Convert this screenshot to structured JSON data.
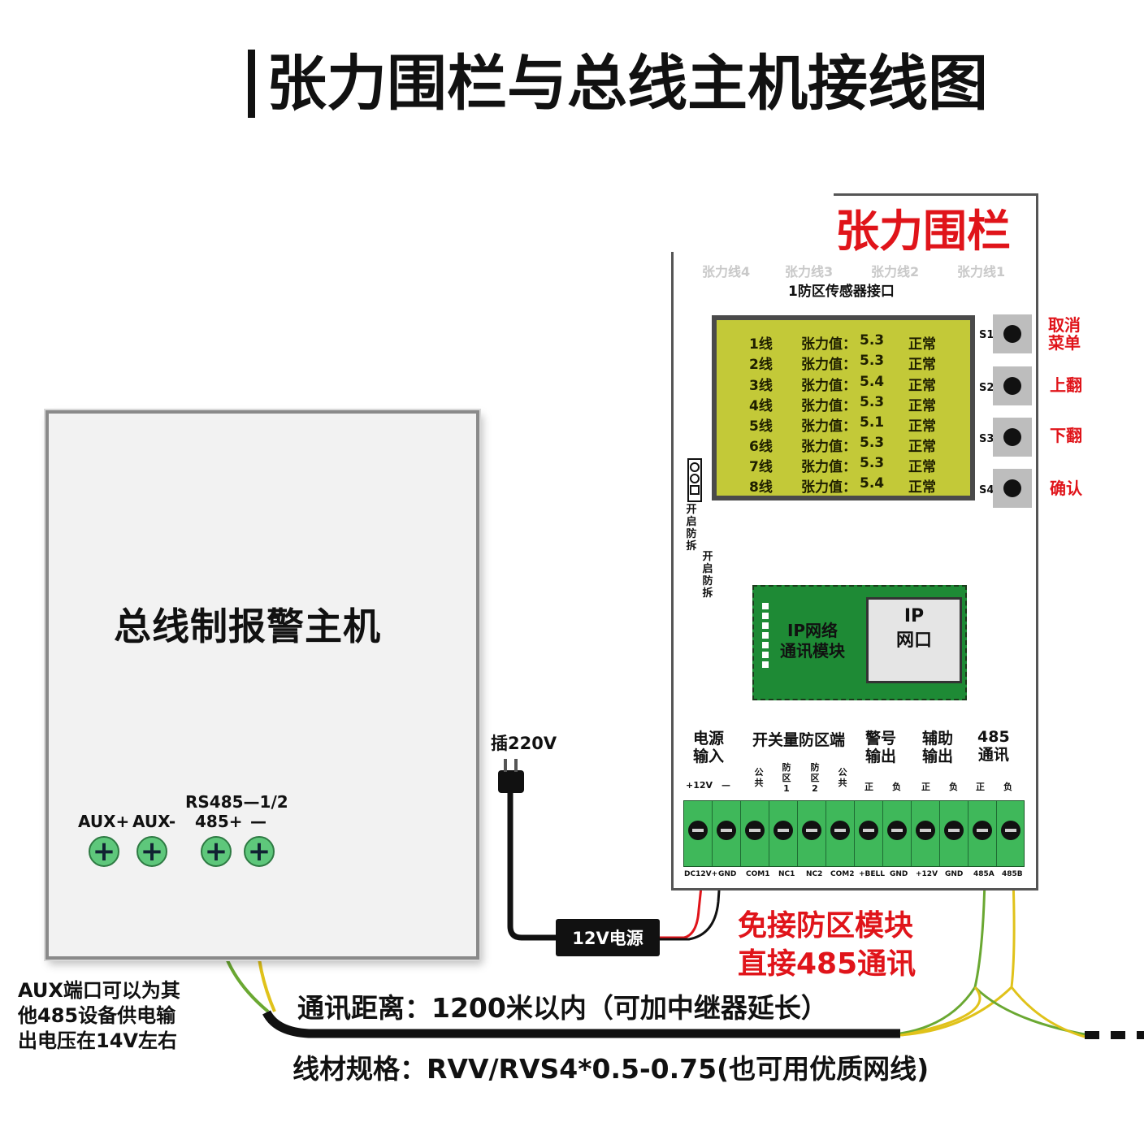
{
  "title": "张力围栏与总线主机接线图",
  "host": {
    "name": "总线制报警主机",
    "aux_plus": "AUX+",
    "aux_minus": "AUX-",
    "rs485_label": "RS485—1/2",
    "p485_plus": "485+",
    "p485_minus": "—",
    "aux_note_line1": "AUX端口可以为其",
    "aux_note_line2": "他485设备供电输",
    "aux_note_line3": "出电压在14V左右"
  },
  "device": {
    "title": "张力围栏",
    "sensor_lines": [
      "张力线4",
      "张力线3",
      "张力线2",
      "张力线1"
    ],
    "sensor_port": "1防区传感器接口",
    "lcd_rows": [
      {
        "line": "1线",
        "label": "张力值：",
        "value": "5.3",
        "status": "正常"
      },
      {
        "line": "2线",
        "label": "张力值：",
        "value": "5.3",
        "status": "正常"
      },
      {
        "line": "3线",
        "label": "张力值：",
        "value": "5.4",
        "status": "正常"
      },
      {
        "line": "4线",
        "label": "张力值：",
        "value": "5.3",
        "status": "正常"
      },
      {
        "line": "5线",
        "label": "张力值：",
        "value": "5.1",
        "status": "正常"
      },
      {
        "line": "6线",
        "label": "张力值：",
        "value": "5.3",
        "status": "正常"
      },
      {
        "line": "7线",
        "label": "张力值：",
        "value": "5.3",
        "status": "正常"
      },
      {
        "line": "8线",
        "label": "张力值：",
        "value": "5.4",
        "status": "正常"
      }
    ],
    "buttons": [
      {
        "id": "S1",
        "action_line1": "取消",
        "action_line2": "菜单"
      },
      {
        "id": "S2",
        "action_line1": "上翻",
        "action_line2": ""
      },
      {
        "id": "S3",
        "action_line1": "下翻",
        "action_line2": ""
      },
      {
        "id": "S4",
        "action_line1": "确认",
        "action_line2": ""
      }
    ],
    "tamper_1": "开启防拆",
    "tamper_2": "开启防拆",
    "ip_module_line1": "IP网络",
    "ip_module_line2": "通讯模块",
    "ip_port_line1": "IP",
    "ip_port_line2": "网口",
    "groups": {
      "power_line1": "电源",
      "power_line2": "输入",
      "switch": "开关量防区端",
      "alarm_line1": "警号",
      "alarm_line2": "输出",
      "aux_line1": "辅助",
      "aux_line2": "输出",
      "comm_line1": "485",
      "comm_line2": "通讯"
    },
    "sub_labels": {
      "p12": "+12V",
      "pminus": "—",
      "common": "公共",
      "zone1": "防区1",
      "zone2": "防区2",
      "common2": "公共",
      "pos": "正",
      "neg": "负"
    },
    "terminals": [
      "DC12V+",
      "GND",
      "COM1",
      "NC1",
      "NC2",
      "COM2",
      "+BELL",
      "GND",
      "+12V",
      "GND",
      "485A",
      "485B"
    ]
  },
  "plug_label": "插220V",
  "psu_label": "12V电源",
  "red_note_line1": "免接防区模块",
  "red_note_line2": "直接485通讯",
  "distance": "通讯距离：1200米以内（可加中继器延长）",
  "cable_spec": "线材规格：RVV/RVS4*0.5-0.75(也可用优质网线)",
  "colors": {
    "red": "#e0141a",
    "lcd": "#c3c938",
    "terminal_green": "#3fb85a",
    "wire_green": "#6aa832",
    "wire_yellow": "#e0c21a"
  }
}
